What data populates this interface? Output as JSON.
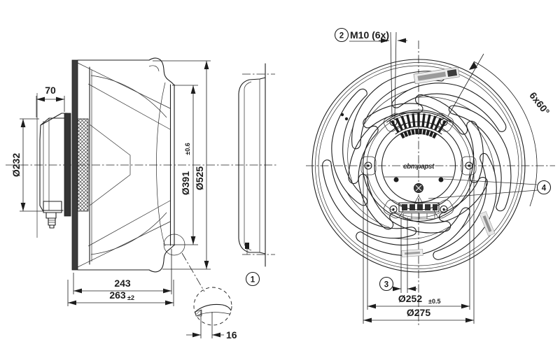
{
  "side_view": {
    "dims": {
      "d70": "70",
      "d232": "Ø232",
      "d391": "Ø391",
      "d391_tol": "±0.6",
      "d525": "Ø525",
      "d243": "243",
      "d263": "263",
      "d263_tol": "±2",
      "d16": "16"
    },
    "callout_1": "1"
  },
  "front_view": {
    "callout_2": "2",
    "thread_spec": "M10 (6x)",
    "angle_spacing": "6x60°",
    "callout_3": "3",
    "callout_4": "4",
    "dims": {
      "d252": "Ø252",
      "d252_tol": "±0.5",
      "d275": "Ø275"
    },
    "hub_logo": "ebmpapst"
  },
  "colors": {
    "line": "#1d1d1d",
    "background": "#ffffff"
  }
}
